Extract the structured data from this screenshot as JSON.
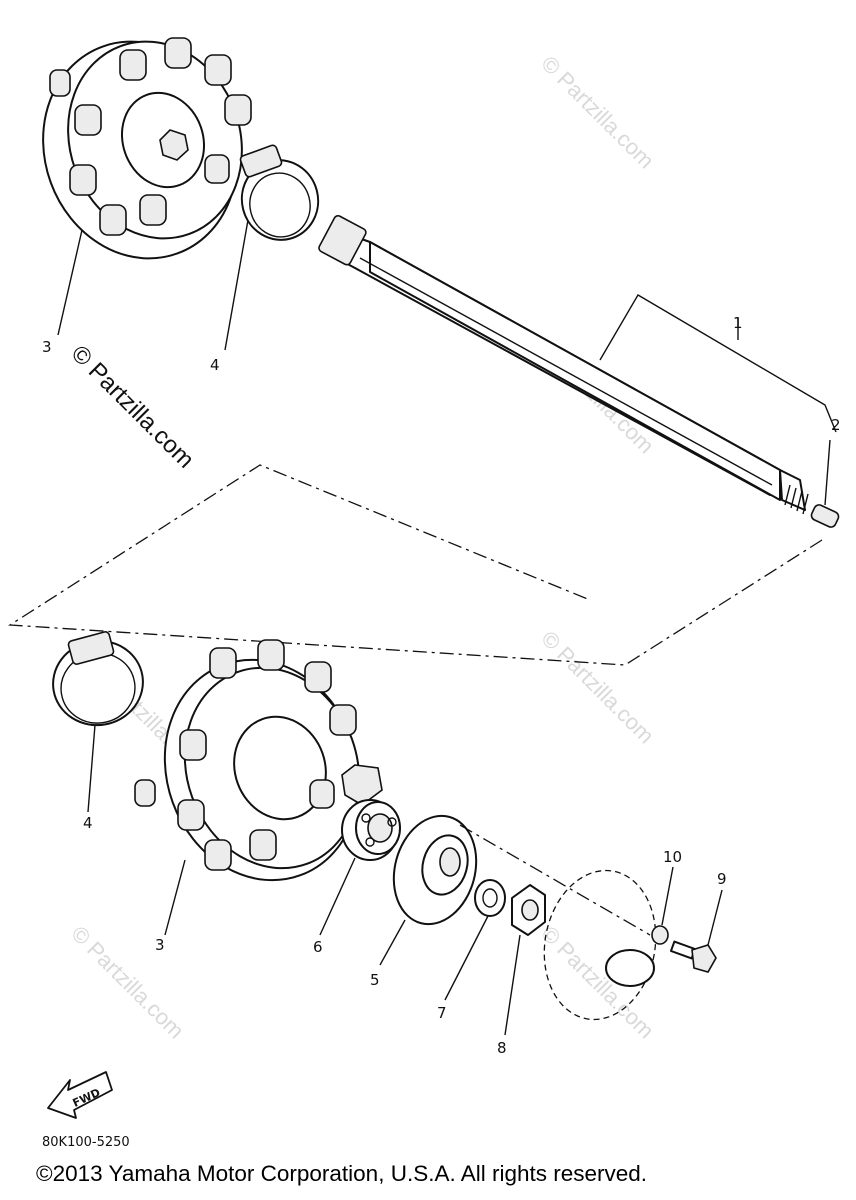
{
  "diagram": {
    "callouts": [
      "1",
      "2",
      "3",
      "4",
      "4",
      "3",
      "6",
      "5",
      "7",
      "8",
      "10",
      "9"
    ],
    "watermark": "© Partzilla.com",
    "fwd_label": "FWD",
    "drawing_code": "80K100-5250"
  },
  "footer": {
    "copyright": "©2013 Yamaha Motor Corporation, U.S.A. All rights reserved."
  }
}
